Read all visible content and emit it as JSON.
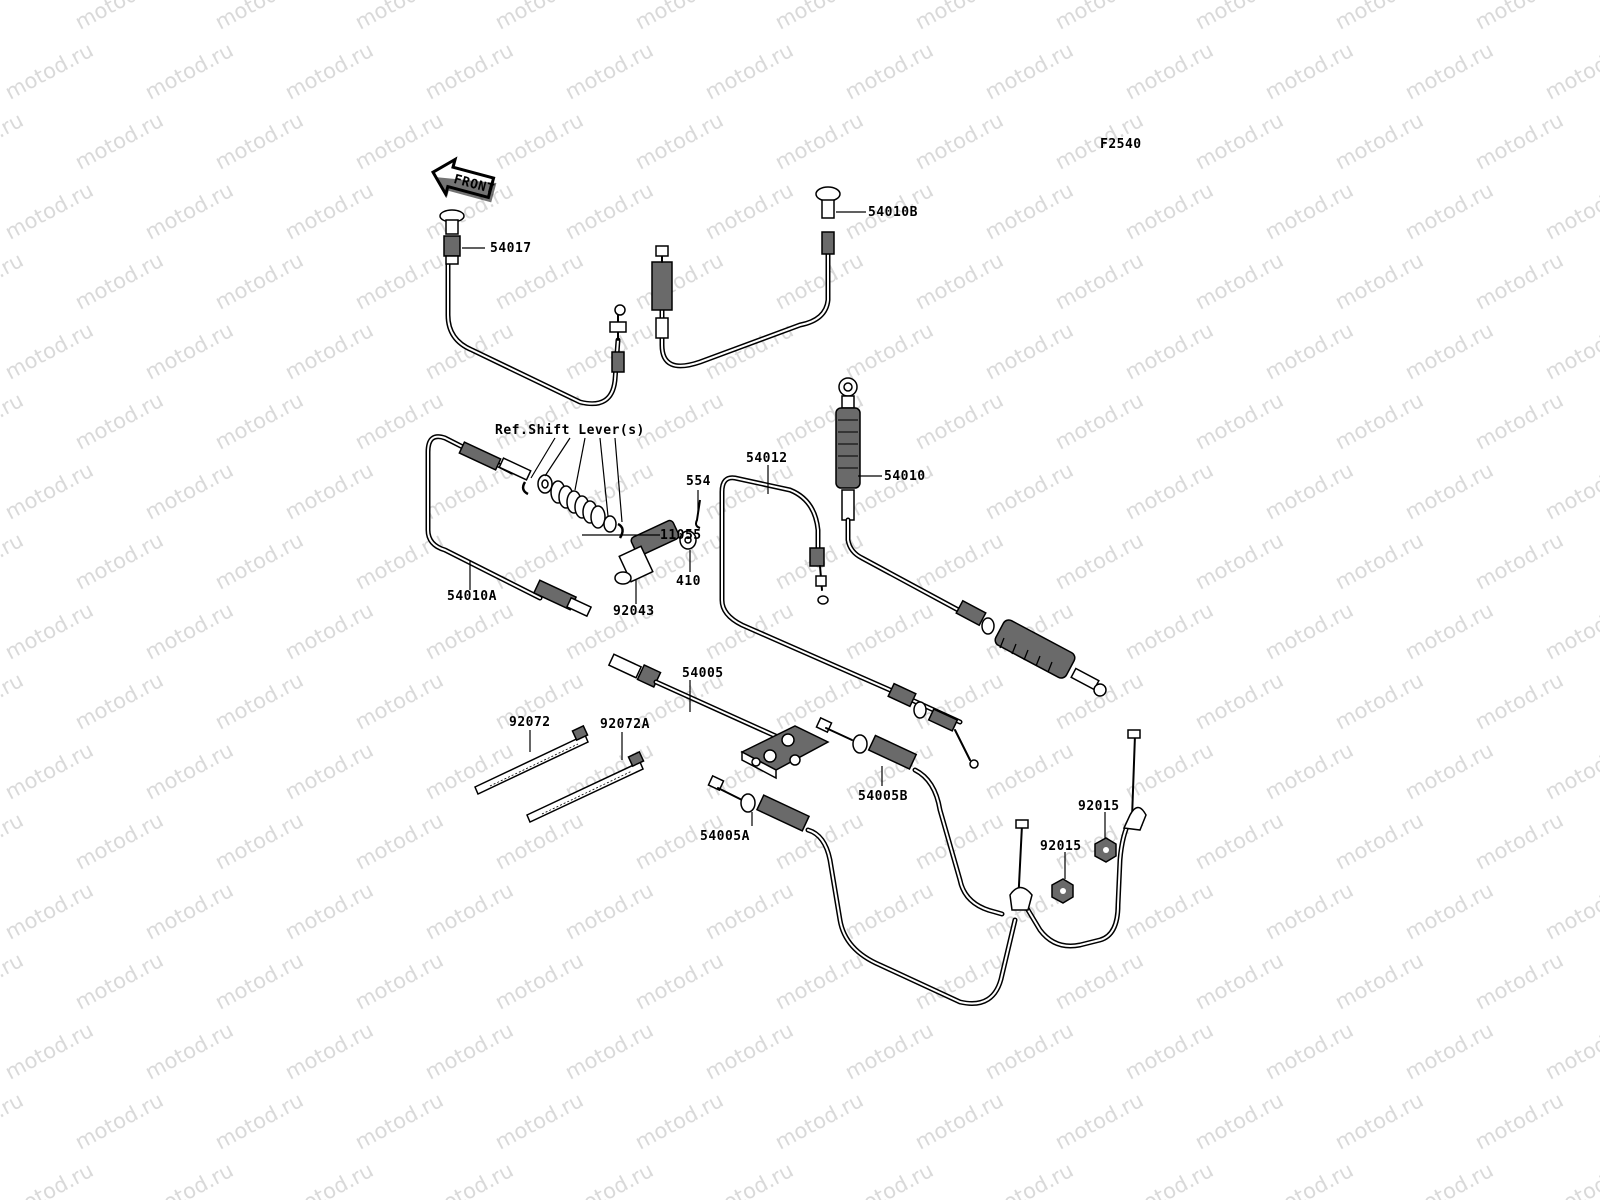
{
  "figure_code": "F2540",
  "watermark_text": "motod.ru",
  "front_arrow": {
    "label": "FRONT",
    "icon": "front-arrow-icon"
  },
  "reference_note": "Ref.Shift Lever(s)",
  "callouts": {
    "p54017": "54017",
    "p54010B": "54010B",
    "p54012": "54012",
    "p54010": "54010",
    "p11055": "11055",
    "p554": "554",
    "p410": "410",
    "p92043": "92043",
    "p54010A": "54010A",
    "p54005": "54005",
    "p92072": "92072",
    "p92072A": "92072A",
    "p54005B": "54005B",
    "p54005A": "54005A",
    "p92015a": "92015",
    "p92015b": "92015"
  }
}
